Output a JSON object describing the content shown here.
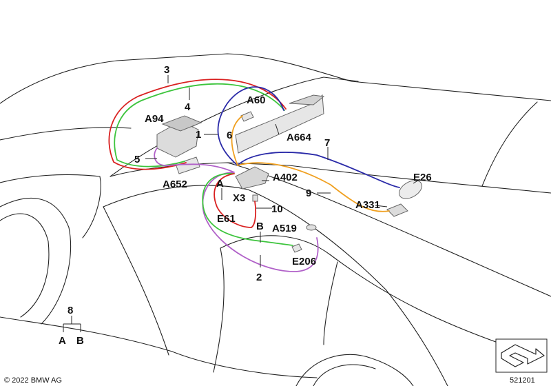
{
  "colors": {
    "wire_red": "#d92020",
    "wire_green": "#3cc43c",
    "wire_blue": "#2a2aa8",
    "wire_orange": "#f0a020",
    "wire_purple": "#b060c8",
    "part_fill": "#e6e6e6"
  },
  "labels": {
    "l3": "3",
    "l4": "4",
    "a94": "A94",
    "l1": "1",
    "l6": "6",
    "a60": "A60",
    "a664": "A664",
    "l7": "7",
    "l5": "5",
    "a652": "A652",
    "la": "A",
    "a402": "A402",
    "e26": "E26",
    "l9": "9",
    "a331": "A331",
    "x3": "X3",
    "l10": "10",
    "e61": "E61",
    "lb": "B",
    "a519": "A519",
    "e206": "E206",
    "l2": "2",
    "l8": "8",
    "tree_a": "A",
    "tree_b": "B"
  },
  "footer": {
    "copyright": "© 2022 BMW AG",
    "image_number": "521201"
  },
  "icons": {
    "corner": "arrow-direction-icon"
  }
}
